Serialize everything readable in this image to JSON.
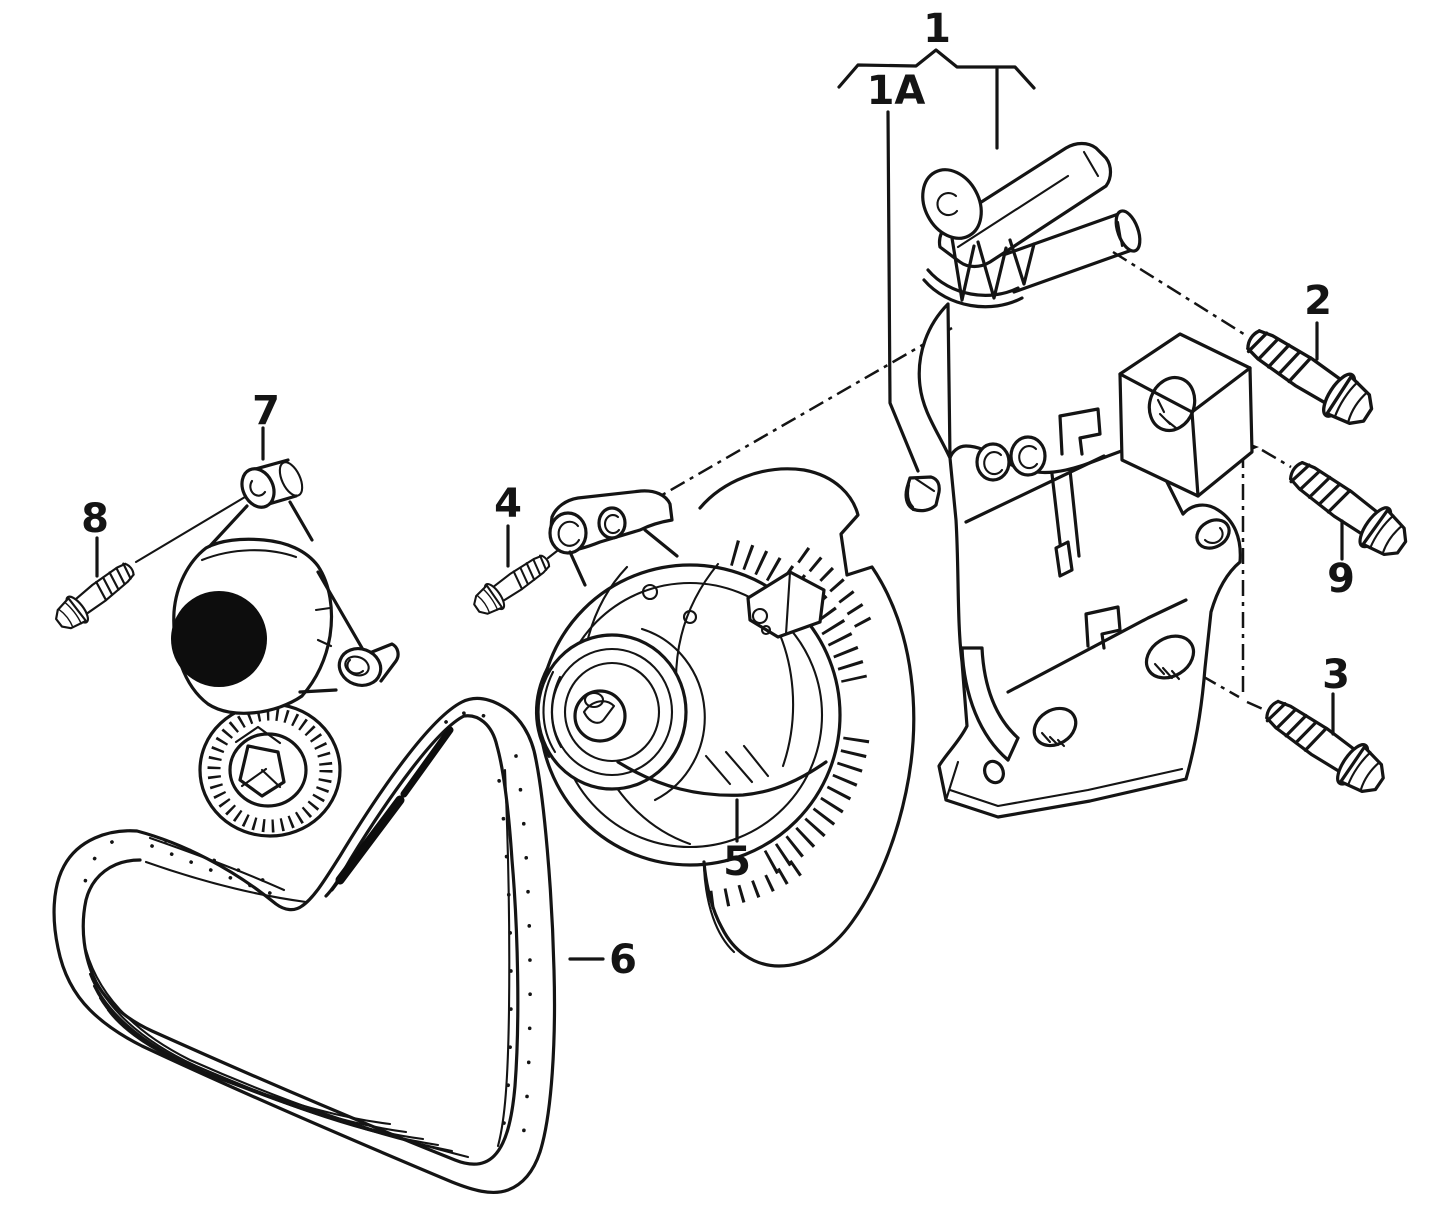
{
  "colors": {
    "paper": "#ffffff",
    "line": "#141414",
    "blob": "#0d0d0d"
  },
  "labels": {
    "p1": "1",
    "p1a": "1A",
    "p2": "2",
    "p3": "3",
    "p4": "4",
    "p5": "5",
    "p6": "6",
    "p7": "7",
    "p8": "8",
    "p9": "9"
  }
}
